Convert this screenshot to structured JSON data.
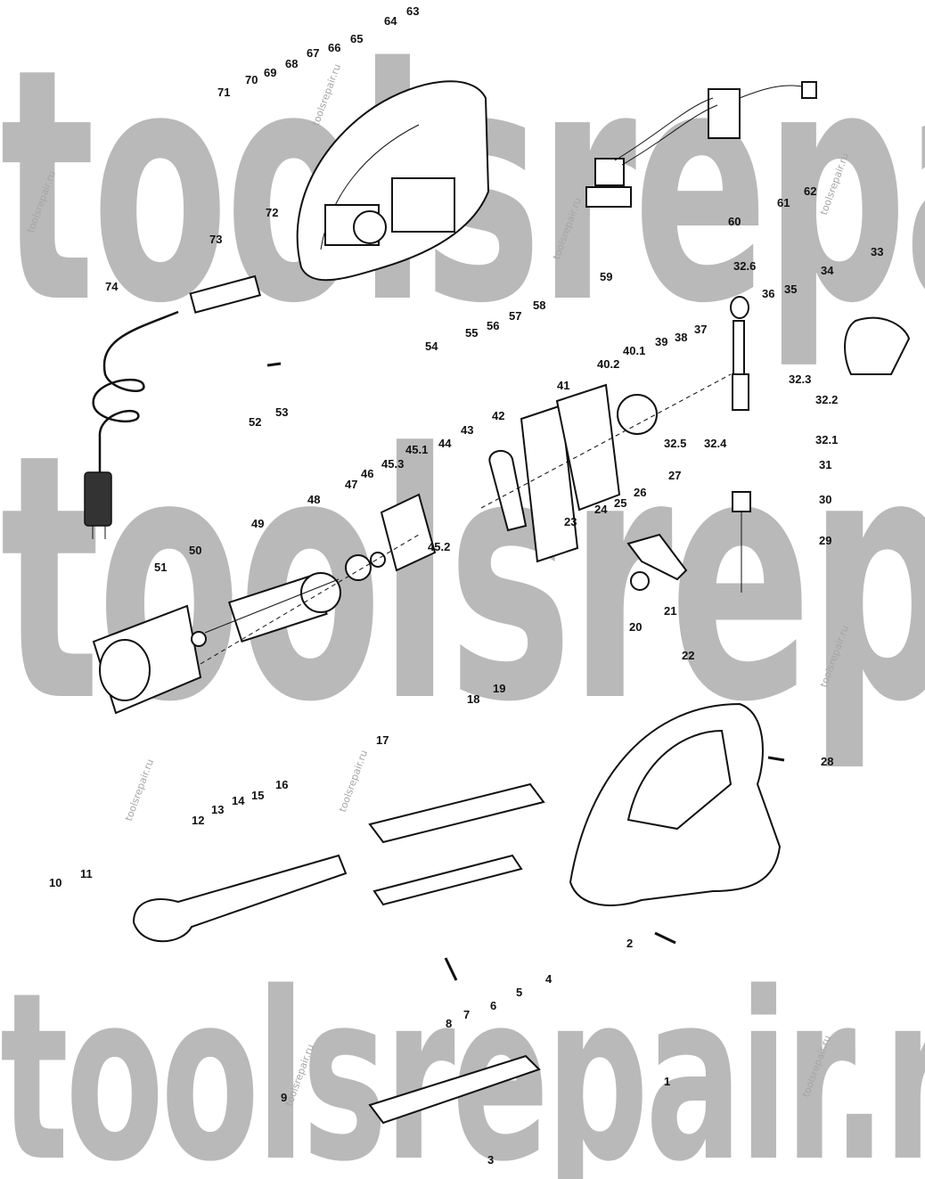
{
  "watermark": {
    "big_text": "toolsrepair.ru",
    "small_text": "toolsrepair.ru"
  },
  "colors": {
    "watermark": "#b9b9b9",
    "ink": "#111111",
    "background": "#ffffff"
  },
  "part_labels": [
    "1",
    "2",
    "3",
    "4",
    "5",
    "6",
    "7",
    "8",
    "9",
    "10",
    "11",
    "12",
    "13",
    "14",
    "15",
    "16",
    "17",
    "18",
    "19",
    "20",
    "21",
    "22",
    "23",
    "24",
    "25",
    "26",
    "27",
    "28",
    "29",
    "30",
    "31",
    "32.1",
    "32.2",
    "32.3",
    "32.4",
    "32.5",
    "32.6",
    "33",
    "34",
    "35",
    "36",
    "37",
    "38",
    "39",
    "40.1",
    "40.2",
    "41",
    "42",
    "43",
    "44",
    "45.1",
    "45.2",
    "45.3",
    "46",
    "47",
    "48",
    "49",
    "50",
    "51",
    "52",
    "53",
    "54",
    "55",
    "56",
    "57",
    "58",
    "59",
    "60",
    "61",
    "62",
    "63",
    "64",
    "65",
    "66",
    "67",
    "68",
    "69",
    "70",
    "71",
    "72",
    "73",
    "74"
  ]
}
